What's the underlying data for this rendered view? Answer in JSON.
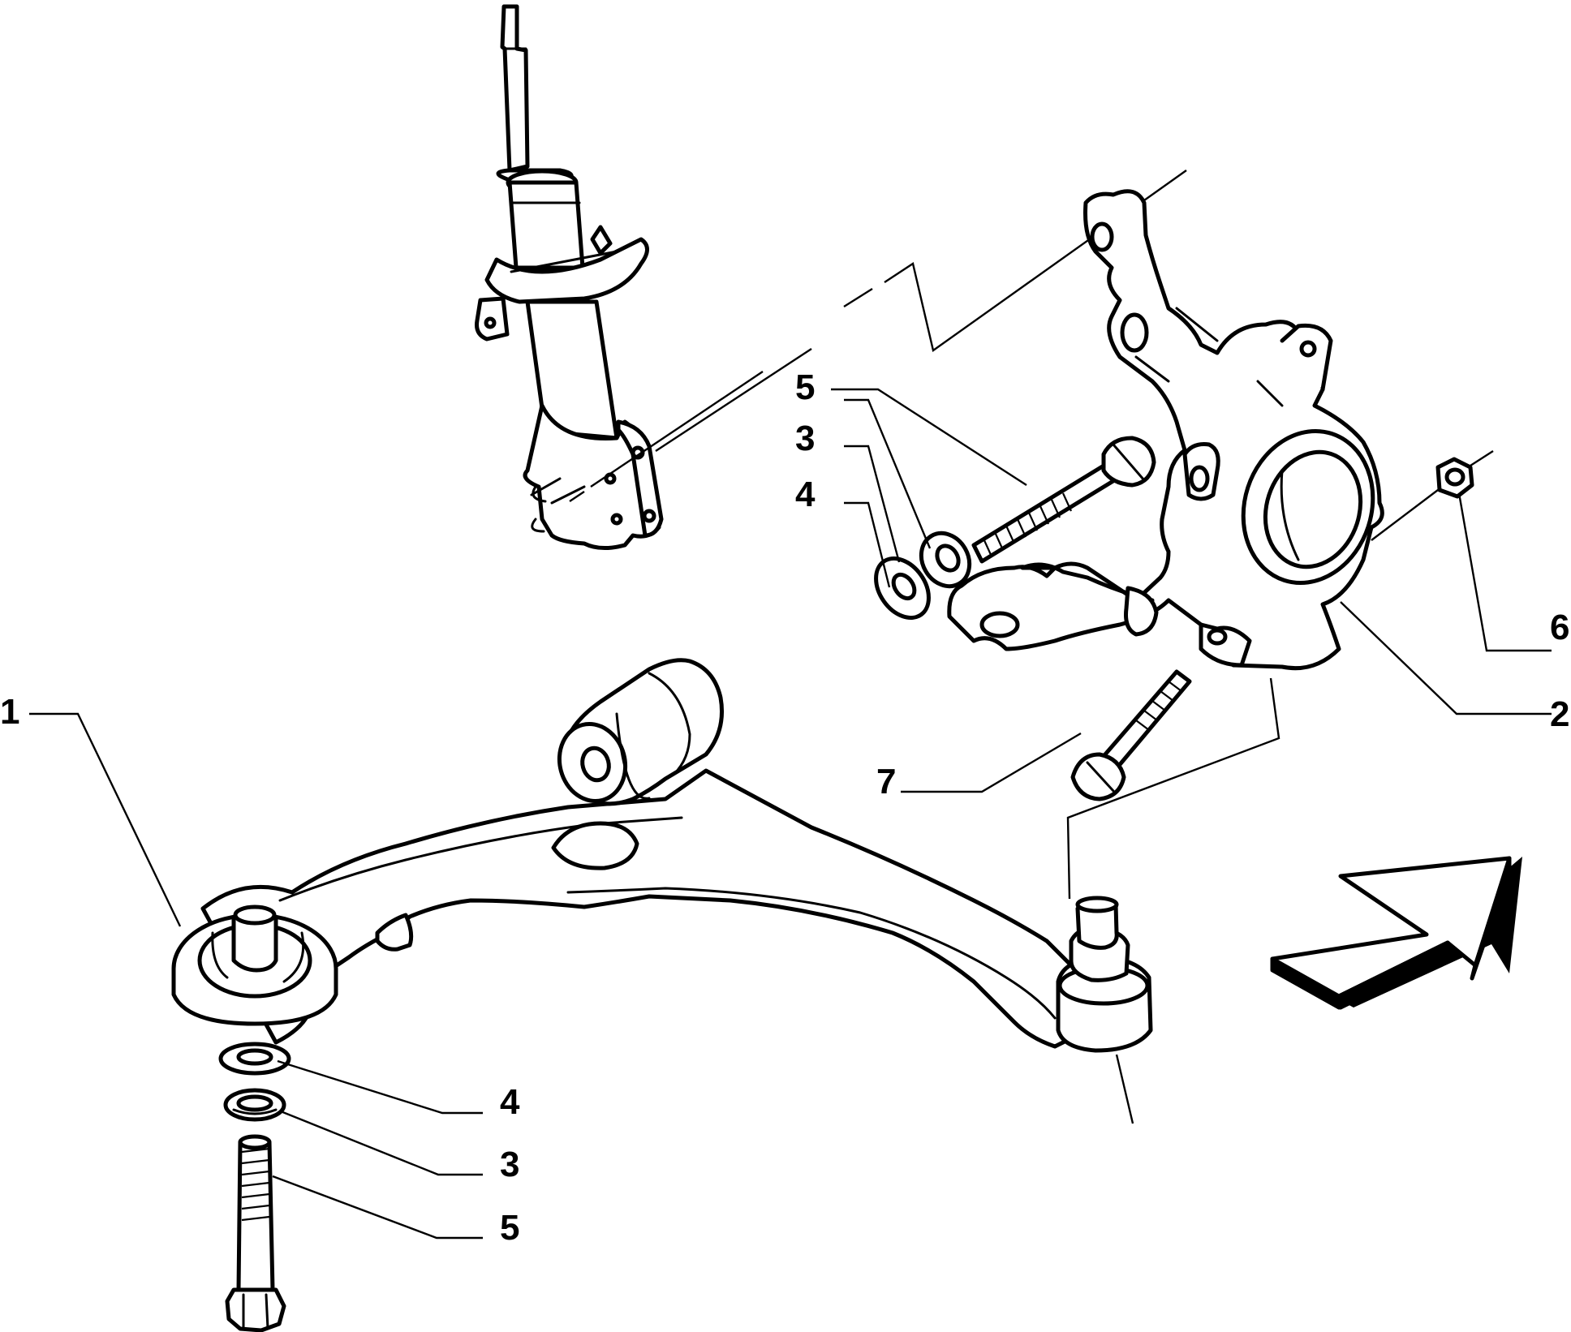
{
  "callouts": {
    "c1": "1",
    "c2": "2",
    "c3_upper": "3",
    "c3_lower": "3",
    "c4_upper": "4",
    "c4_lower": "4",
    "c5_upper": "5",
    "c5_lower": "5",
    "c6": "6",
    "c7": "7"
  },
  "icons": {
    "direction_arrow": "forward-direction-arrow-icon"
  }
}
